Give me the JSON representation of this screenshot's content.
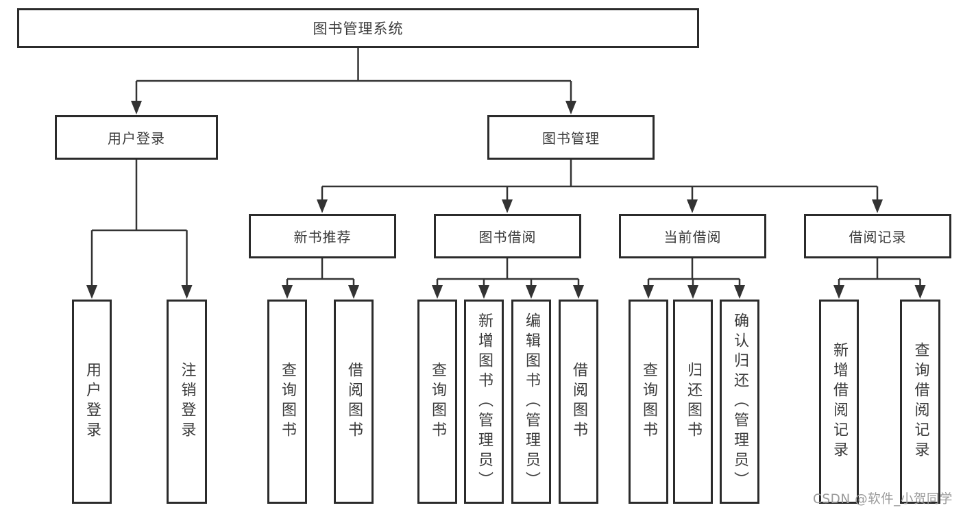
{
  "colors": {
    "line": "#333333",
    "box_border": "#2b2b2b",
    "text": "#3b3b3b",
    "background": "#ffffff",
    "watermark": "#9a9a9a"
  },
  "nodes": {
    "root": "图书管理系统",
    "user_login": "用户登录",
    "book_management": "图书管理",
    "new_book_recommend": "新书推荐",
    "book_borrow": "图书借阅",
    "current_borrow": "当前借阅",
    "borrow_records": "借阅记录"
  },
  "leaves": [
    {
      "label": "用户登录"
    },
    {
      "label": "注销登录"
    },
    {
      "label": "查询图书"
    },
    {
      "label": "借阅图书"
    },
    {
      "label": "查询图书"
    },
    {
      "label": "新增图书（管理员）"
    },
    {
      "label": "编辑图书（管理员）"
    },
    {
      "label": "借阅图书"
    },
    {
      "label": "查询图书"
    },
    {
      "label": "归还图书"
    },
    {
      "label": "确认归还（管理员）"
    },
    {
      "label": "新增借阅记录"
    },
    {
      "label": "查询借阅记录"
    }
  ],
  "watermark": "CSDN @软件_小贺同学"
}
